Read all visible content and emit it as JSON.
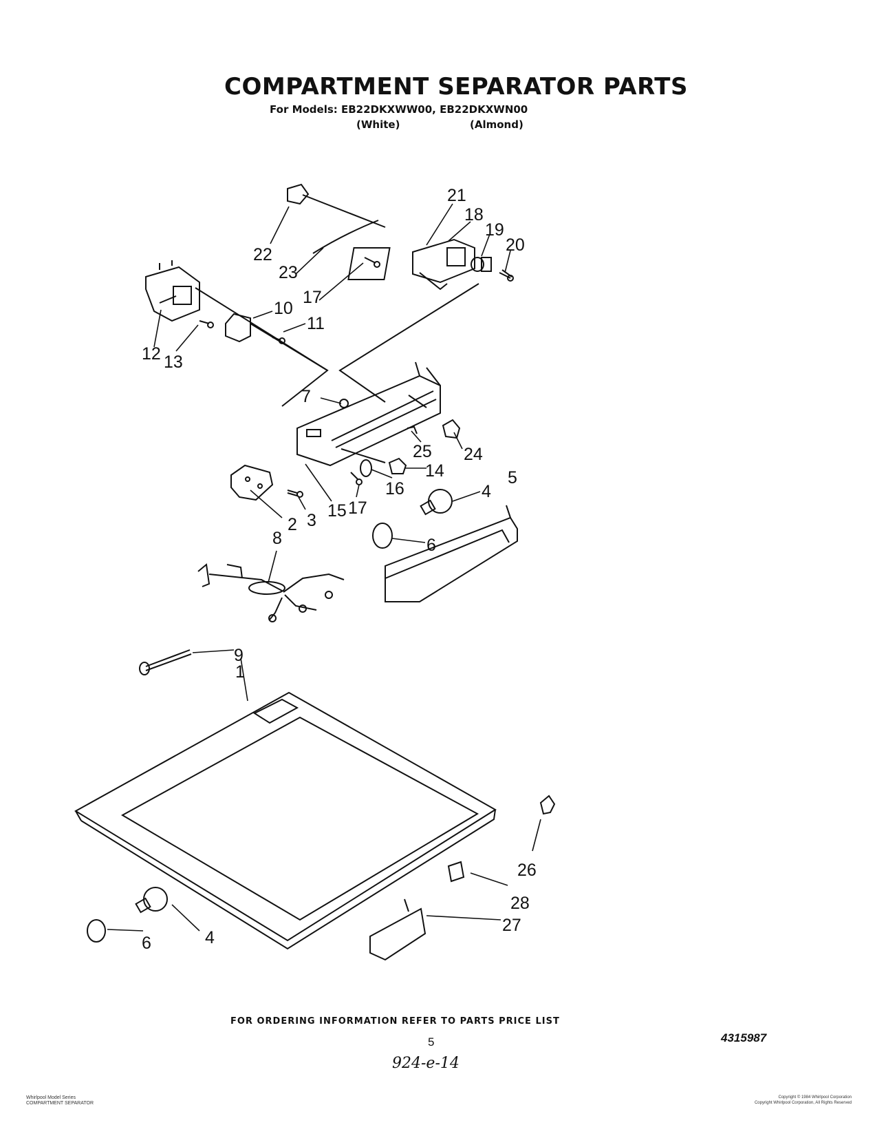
{
  "header": {
    "title": "COMPARTMENT SEPARATOR PARTS",
    "models_line": "For Models: EB22DKXWW00, EB22DKXWN00",
    "variant_white": "(White)",
    "variant_almond": "(Almond)"
  },
  "callouts": [
    "21",
    "18",
    "19",
    "20",
    "22",
    "23",
    "17",
    "10",
    "11",
    "12",
    "13",
    "7",
    "25",
    "24",
    "14",
    "16",
    "15",
    "17",
    "2",
    "3",
    "4",
    "5",
    "6",
    "8",
    "9",
    "1",
    "26",
    "28",
    "27",
    "4",
    "6"
  ],
  "footer": {
    "ordering_note": "FOR ORDERING INFORMATION REFER TO PARTS PRICE LIST",
    "page_number": "5",
    "part_number": "4315987",
    "handwritten": "924-e-14",
    "fine_print_left_1": "Whirlpool Model Series",
    "fine_print_left_2": "COMPARTMENT SEPARATOR",
    "fine_print_right_1": "Copyright © 1984 Whirlpool Corporation",
    "fine_print_right_2": "Copyright Whirlpool Corporation, All Rights Reserved"
  }
}
